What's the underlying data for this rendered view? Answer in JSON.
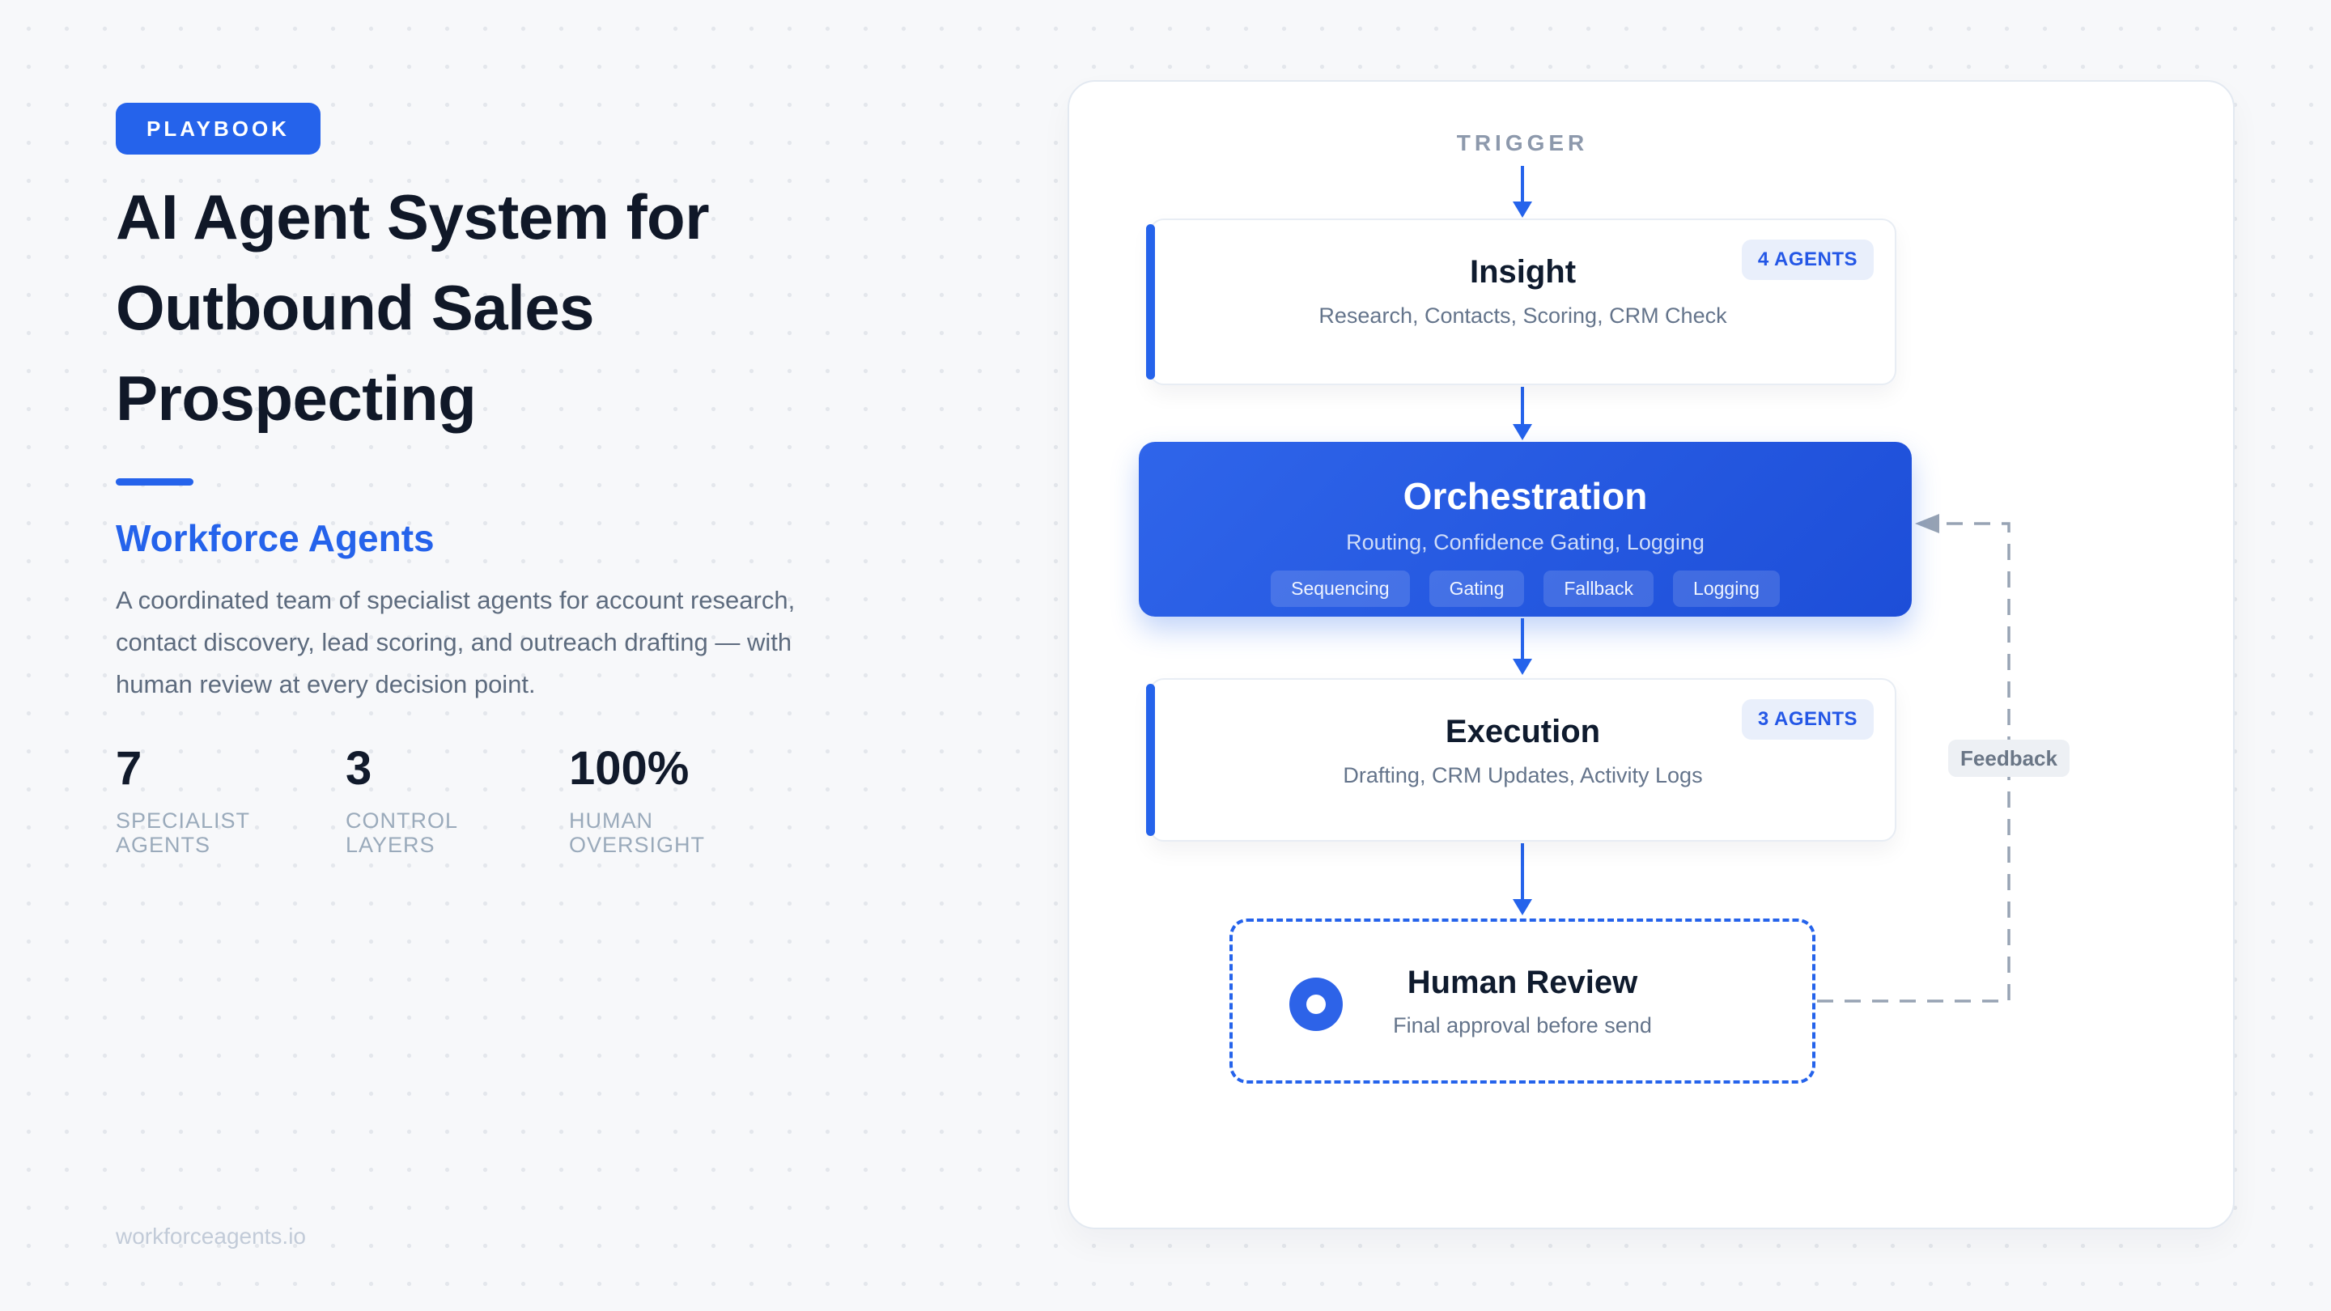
{
  "hero": {
    "badge": "PLAYBOOK",
    "title_lines": [
      "AI Agent System for",
      "Outbound Sales",
      "Prospecting"
    ],
    "subtitle": "Workforce Agents",
    "description": "A coordinated team of specialist agents for account research, contact discovery, lead scoring, and outreach drafting — with human review at every decision point.",
    "stats": [
      {
        "value": "7",
        "label": "SPECIALIST AGENTS"
      },
      {
        "value": "3",
        "label": "CONTROL LAYERS"
      },
      {
        "value": "100%",
        "label": "HUMAN OVERSIGHT"
      }
    ],
    "footer": "workforceagents.io"
  },
  "diagram": {
    "trigger_label": "TRIGGER",
    "insight": {
      "title": "Insight",
      "subtitle": "Research, Contacts, Scoring, CRM Check",
      "badge": "4 AGENTS"
    },
    "orchestration": {
      "title": "Orchestration",
      "subtitle": "Routing, Confidence Gating, Logging",
      "chips": [
        "Sequencing",
        "Gating",
        "Fallback",
        "Logging"
      ]
    },
    "execution": {
      "title": "Execution",
      "subtitle": "Drafting, CRM Updates, Activity Logs",
      "badge": "3 AGENTS"
    },
    "human_review": {
      "title": "Human Review",
      "subtitle": "Final approval before send"
    },
    "feedback_label": "Feedback"
  },
  "colors": {
    "accent_blue": "#2563EB",
    "orchestration_gradient_start": "#2F65EA",
    "orchestration_gradient_end": "#1D4ED8",
    "dark_text": "#101828",
    "muted_text": "#64748B",
    "label_gray": "#9AAABB",
    "dashed_gray": "#97A3B4",
    "page_background": "#F7F8FA"
  }
}
